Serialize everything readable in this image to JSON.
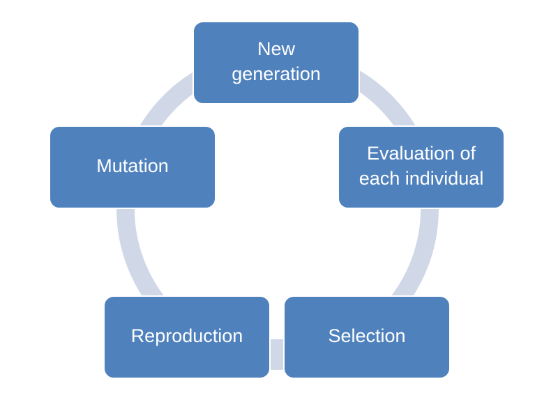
{
  "diagram": {
    "type": "cycle",
    "colors": {
      "node_fill": "#4f81bd",
      "node_text": "#ffffff",
      "ring": "#d0d8e8",
      "background": "#ffffff"
    },
    "nodes": [
      {
        "id": "new-generation",
        "lines": [
          "New",
          "generation"
        ]
      },
      {
        "id": "evaluation",
        "lines": [
          "Evaluation of",
          "each individual"
        ]
      },
      {
        "id": "selection",
        "lines": [
          "Selection"
        ]
      },
      {
        "id": "reproduction",
        "lines": [
          "Reproduction"
        ]
      },
      {
        "id": "mutation",
        "lines": [
          "Mutation"
        ]
      }
    ],
    "edges": [
      {
        "from": "new-generation",
        "to": "evaluation"
      },
      {
        "from": "evaluation",
        "to": "selection"
      },
      {
        "from": "selection",
        "to": "reproduction"
      },
      {
        "from": "reproduction",
        "to": "mutation"
      },
      {
        "from": "mutation",
        "to": "new-generation"
      }
    ]
  }
}
